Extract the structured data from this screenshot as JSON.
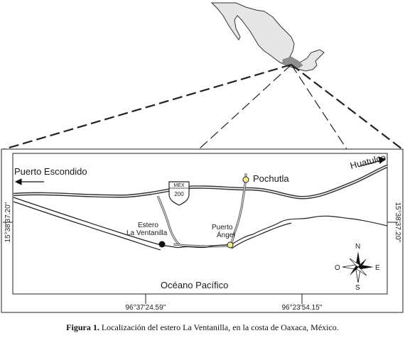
{
  "map": {
    "places": {
      "puerto_escondido": "Puerto Escondido",
      "huatulco": "Huatulco",
      "pochutla": "Pochutla",
      "estero_line1": "Estero",
      "estero_line2": "La Ventanilla",
      "puerto_angel_line1": "Puerto",
      "puerto_angel_line2": "Ángel",
      "ocean": "Océano Pacífico"
    },
    "highway_shield": {
      "line1": "MEX",
      "line2": "200"
    },
    "compass": {
      "north": "N",
      "south": "S",
      "east": "E",
      "west": "O"
    },
    "coordinates": {
      "lat_left": "15°38'37.20''",
      "lat_right": "15°38'37.20''",
      "lon_left": "96°37'24.59''",
      "lon_right": "96°23'54.15''"
    },
    "colors": {
      "town_marker": "#f4ef8a",
      "site_marker": "#111111",
      "mexico_fill": "#e6e6e6",
      "oaxaca_fill": "#8f8f8f"
    }
  },
  "caption": {
    "label": "Figura 1.",
    "text": " Localización del estero La Ventanilla, en la costa de Oaxaca, México."
  }
}
